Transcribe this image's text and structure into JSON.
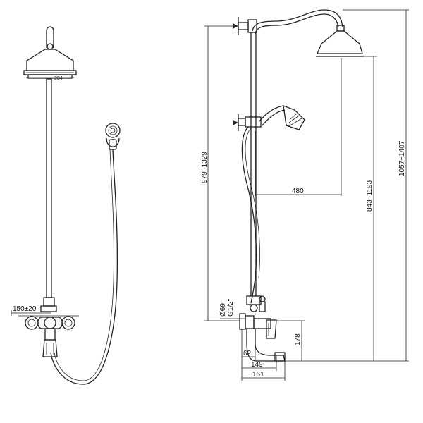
{
  "front_view": {
    "head_diameter_label": "204",
    "wall_offset_label": "150±20"
  },
  "side_view": {
    "outlet_diameter_label": "Ø69",
    "thread_label": "G1/2\"",
    "arm_reach_label": "480",
    "total_height_label": "979~1329",
    "head_height_label": "843~1193",
    "overall_height_label": "1057~1407",
    "spout_height_label": "178",
    "spout_offset_label": "62",
    "spout_reach_label": "149",
    "spout_total_label": "161"
  },
  "colors": {
    "line": "#222222",
    "background": "#ffffff"
  }
}
